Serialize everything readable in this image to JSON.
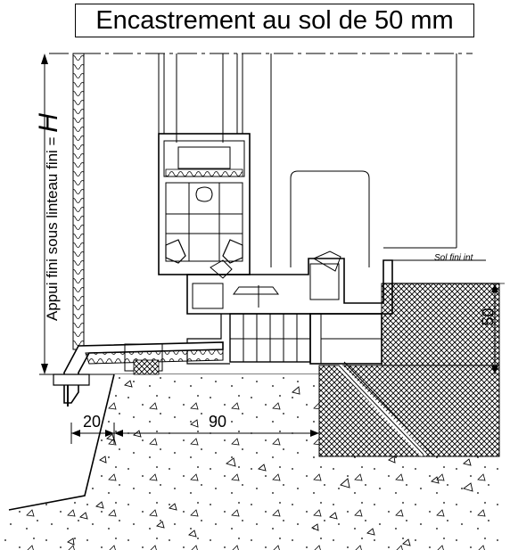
{
  "title": "Encastrement au sol de 50 mm",
  "height_label": {
    "text": "Appui fini sous linteau fini = ",
    "symbol": "H"
  },
  "floor_label": "Sol fini int",
  "dimensions": {
    "embed_depth": "50",
    "sill_overhang": "20",
    "sill_width": "90"
  },
  "colors": {
    "line": "#000000",
    "background": "#ffffff"
  }
}
